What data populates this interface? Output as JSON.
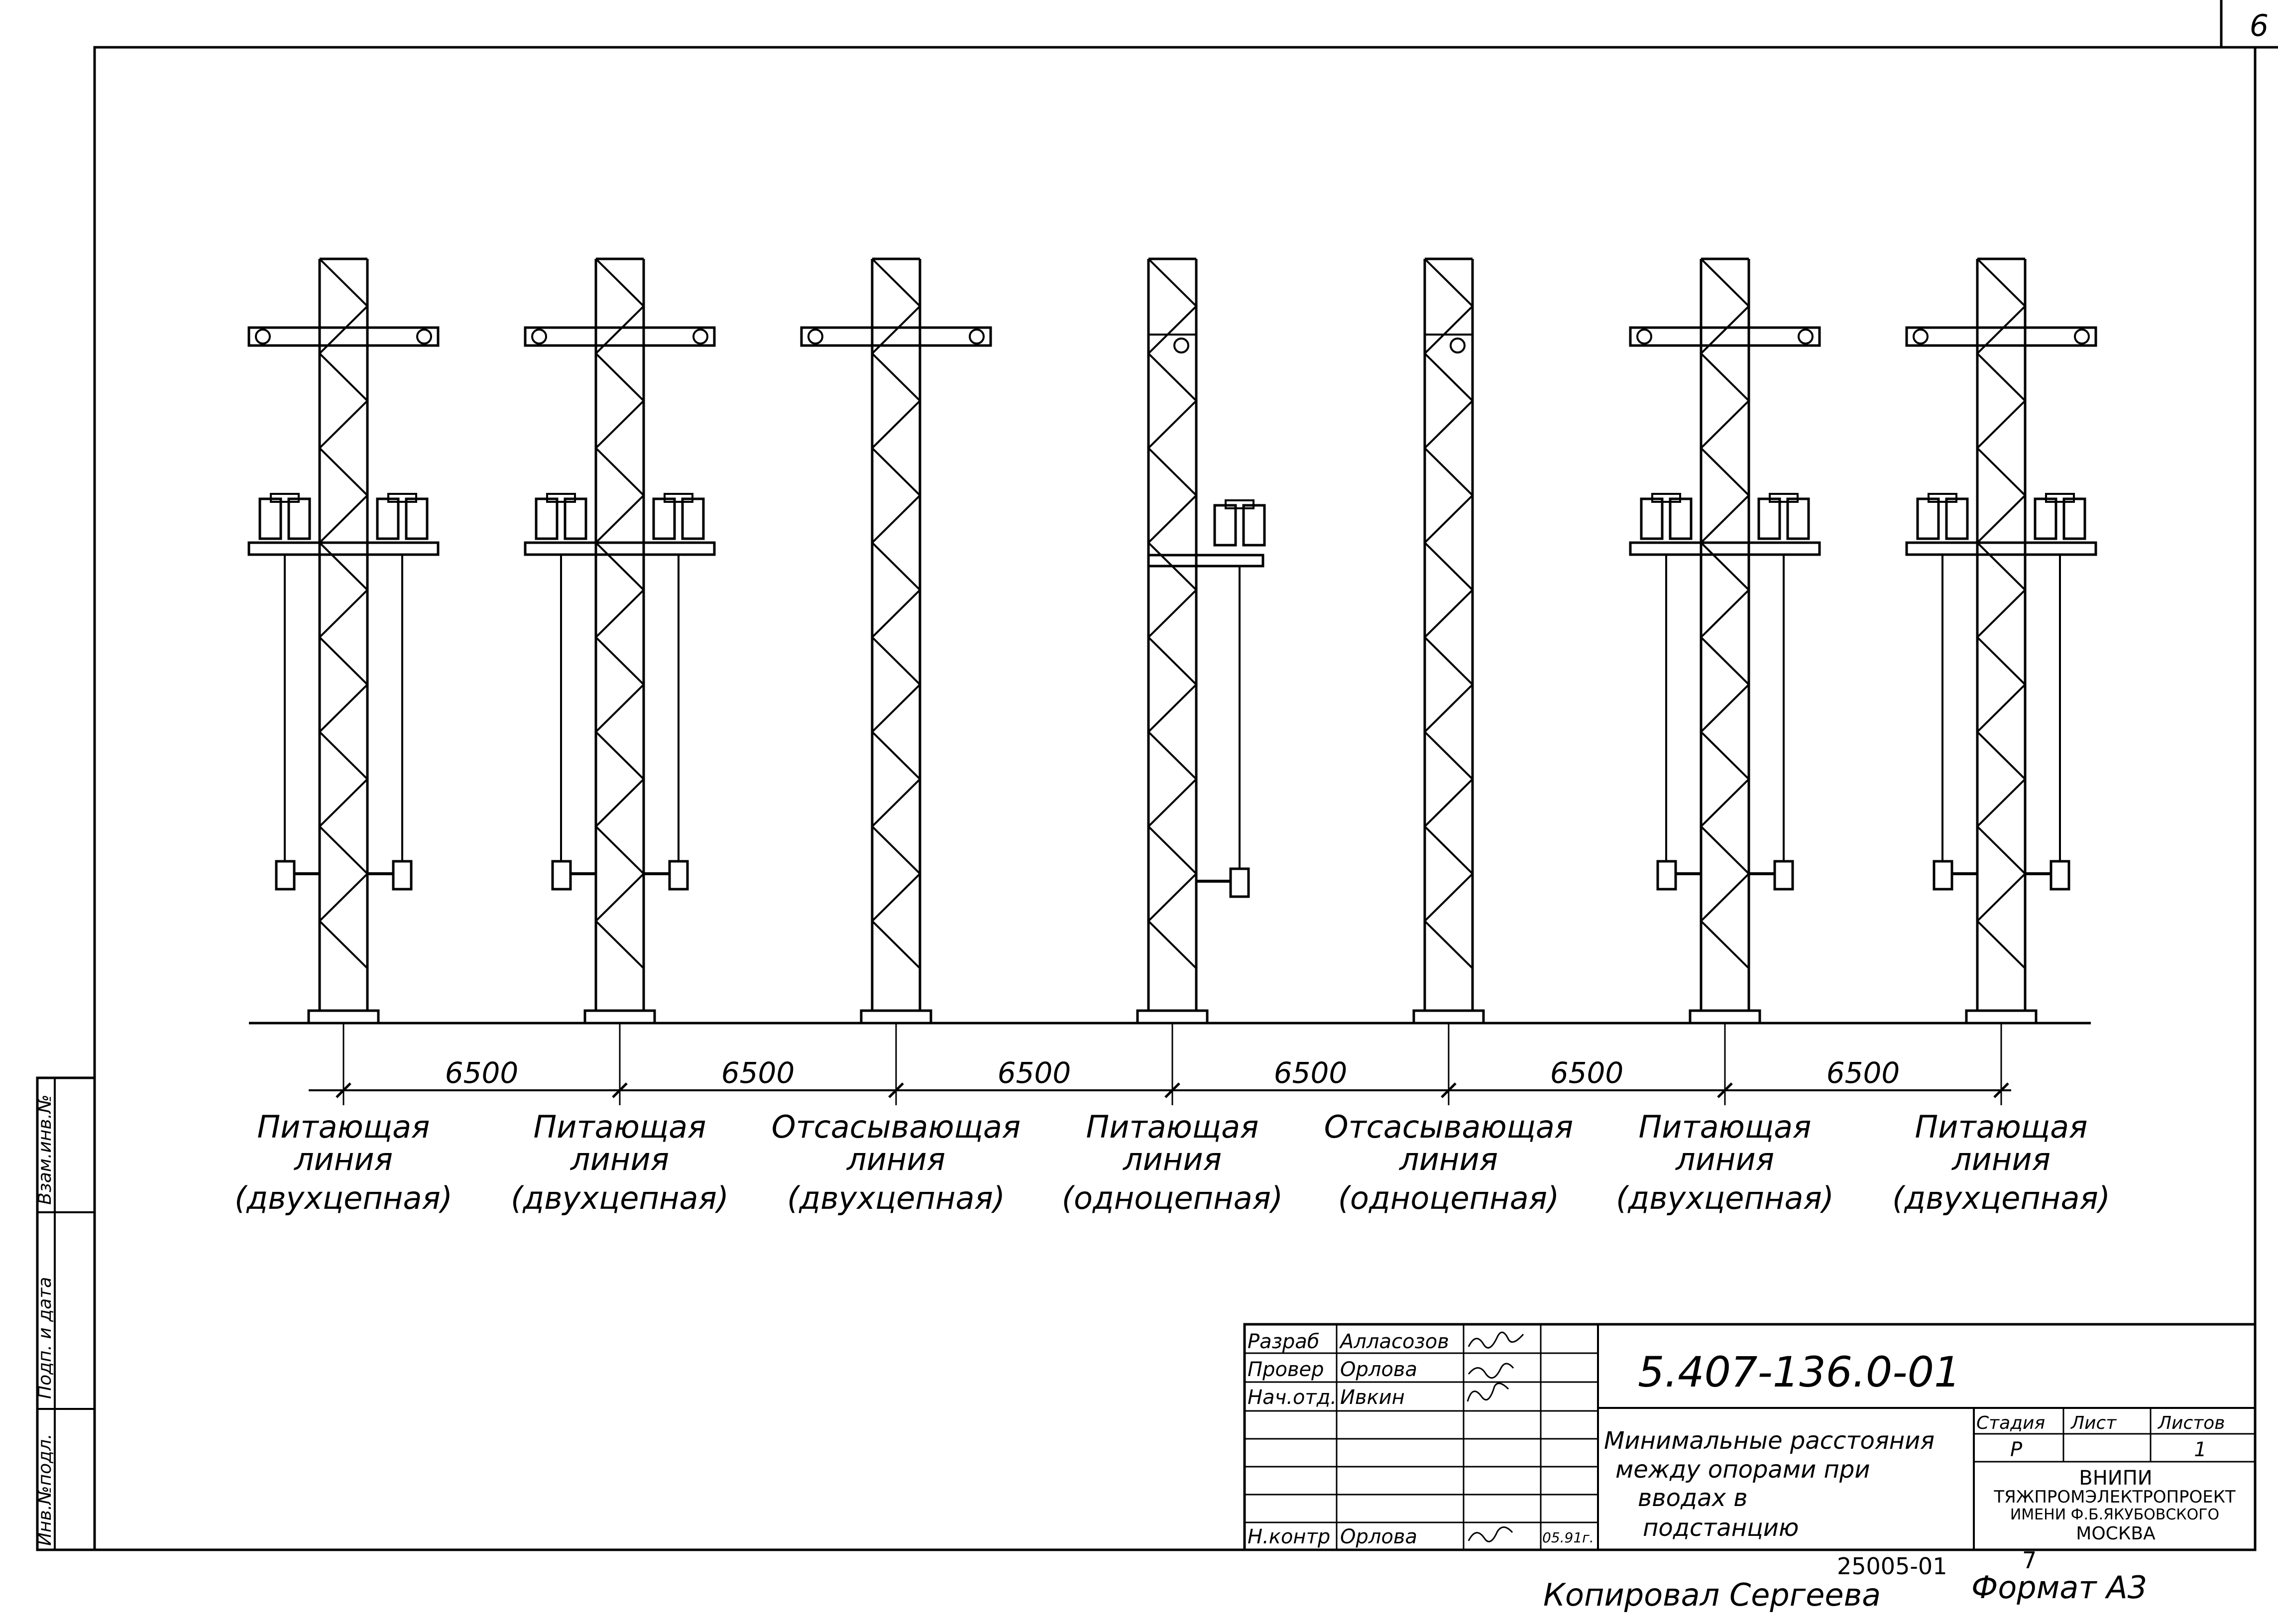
{
  "sheet_corner_label": "6",
  "side_stamp": {
    "inv_no_label": "Инв.№подл.",
    "sign_date_label": "Подп. и дата",
    "replace_inv_label": "Взам.инв.№"
  },
  "dimension_value": "6500",
  "poles": [
    {
      "type": "double",
      "line": "Питающая",
      "sub": "линия",
      "circuit": "(двухцепная)"
    },
    {
      "type": "double",
      "line": "Питающая",
      "sub": "линия",
      "circuit": "(двухцепная)"
    },
    {
      "type": "plain",
      "line": "Отсасывающая",
      "sub": "линия",
      "circuit": "(двухцепная)"
    },
    {
      "type": "single",
      "line": "Питающая",
      "sub": "линия",
      "circuit": "(одноцепная)"
    },
    {
      "type": "plain-single",
      "line": "Отсасывающая",
      "sub": "линия",
      "circuit": "(одноцепная)"
    },
    {
      "type": "double",
      "line": "Питающая",
      "sub": "линия",
      "circuit": "(двухцепная)"
    },
    {
      "type": "double",
      "line": "Питающая",
      "sub": "линия",
      "circuit": "(двухцепная)"
    }
  ],
  "title_block": {
    "signers": [
      {
        "role": "Разраб",
        "name": "Алласозов"
      },
      {
        "role": "Провер",
        "name": "Орлова"
      },
      {
        "role": "Нач.отд.",
        "name": "Ивкин"
      },
      {
        "role": "Н.контр",
        "name": "Орлова"
      }
    ],
    "date": "05.91г.",
    "doc_code": "5.407-136.0-01",
    "title_lines": [
      "Минимальные расстояния",
      "между опорами при",
      "вводах в",
      "подстанцию"
    ],
    "stage_header": "Стадия",
    "sheet_header": "Лист",
    "sheets_header": "Листов",
    "stage": "Р",
    "sheets": "1",
    "org_lines": [
      "ВНИПИ",
      "ТЯЖПРОМЭЛЕКТРОПРОЕКТ",
      "ИМЕНИ Ф.Б.ЯКУБОВСКОГО",
      "МОСКВА"
    ]
  },
  "footer": {
    "copied_by": "Копировал Сергеева",
    "archive_no": "25005-01",
    "page_no": "7",
    "format": "Формат А3"
  }
}
